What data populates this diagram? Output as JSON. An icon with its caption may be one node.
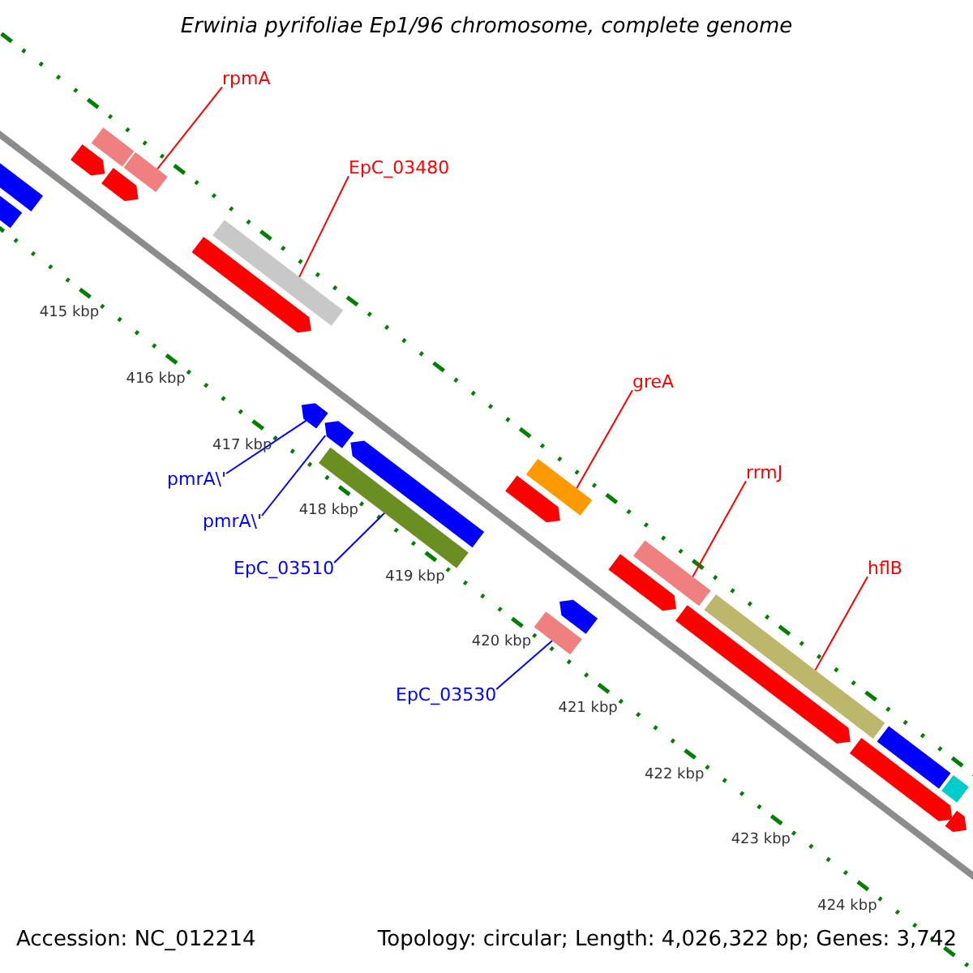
{
  "diagram": {
    "title": "Erwinia pyrifoliae Ep1/96 chromosome, complete genome",
    "nodes": [
      {
        "text": [
          "rpmA"
        ]
      },
      {
        "text": [
          "EpC_03480"
        ]
      },
      {
        "text": [
          "greA"
        ]
      },
      {
        "text": [
          "rrmJ"
        ]
      },
      {
        "text": [
          "hflB"
        ]
      },
      {
        "text": [
          "pmrA\\'"
        ]
      },
      {
        "text": [
          "pmrA\\'"
        ]
      },
      {
        "text": [
          "EpC_03510"
        ]
      },
      {
        "text": [
          "EpC_03530"
        ]
      },
      {
        "text": [],
        "shape": "bar"
      },
      {
        "text": [],
        "shape": "bar"
      },
      {
        "text": [],
        "shape": "arrow"
      },
      {
        "text": [],
        "shape": "bar"
      },
      {
        "text": [],
        "shape": "arrow"
      },
      {
        "text": [],
        "shape": "bar"
      },
      {
        "text": [],
        "shape": "arrow"
      },
      {
        "text": [],
        "shape": "bar"
      },
      {
        "text": [],
        "shape": "arrow"
      },
      {
        "text": [],
        "shape": "arrow"
      },
      {
        "text": [],
        "shape": "bar"
      },
      {
        "text": [],
        "shape": "arrow"
      },
      {
        "text": [],
        "shape": "arrow"
      },
      {
        "text": [],
        "shape": "bar"
      },
      {
        "text": [],
        "shape": "bar"
      },
      {
        "text": [],
        "shape": "arrow"
      },
      {
        "text": [],
        "shape": "arrow"
      },
      {
        "text": [],
        "shape": "bar"
      },
      {
        "text": [],
        "shape": "arrow"
      },
      {
        "text": [],
        "shape": "bar"
      },
      {
        "text": [],
        "shape": "arrow"
      },
      {
        "text": [],
        "shape": "bar"
      },
      {
        "text": [],
        "shape": "bar"
      },
      {
        "text": [],
        "shape": "arrow"
      }
    ],
    "edges": [
      {
        "from": 0,
        "to": 14,
        "arrow": "none"
      },
      {
        "from": 1,
        "to": 16,
        "arrow": "none"
      },
      {
        "from": 2,
        "to": 22,
        "arrow": "none"
      },
      {
        "from": 3,
        "to": 26,
        "arrow": "none"
      },
      {
        "from": 4,
        "to": 28,
        "arrow": "none"
      },
      {
        "from": 5,
        "to": 17,
        "arrow": "none",
        "color": "#0000ff"
      },
      {
        "from": 6,
        "to": 18,
        "arrow": "none",
        "color": "#0000ff"
      },
      {
        "from": 7,
        "to": 19,
        "arrow": "none",
        "color": "#0000ff"
      },
      {
        "from": 8,
        "to": 23,
        "arrow": "none",
        "color": "#0000ff"
      }
    ],
    "labels": [
      "415 kbp",
      "416 kbp",
      "417 kbp",
      "418 kbp",
      "419 kbp",
      "420 kbp",
      "421 kbp",
      "422 kbp",
      "423 kbp",
      "424 kbp",
      "Accession: NC_012214",
      "Topology: circular; Length: 4,026,322 bp; Genes: 3,742"
    ]
  }
}
